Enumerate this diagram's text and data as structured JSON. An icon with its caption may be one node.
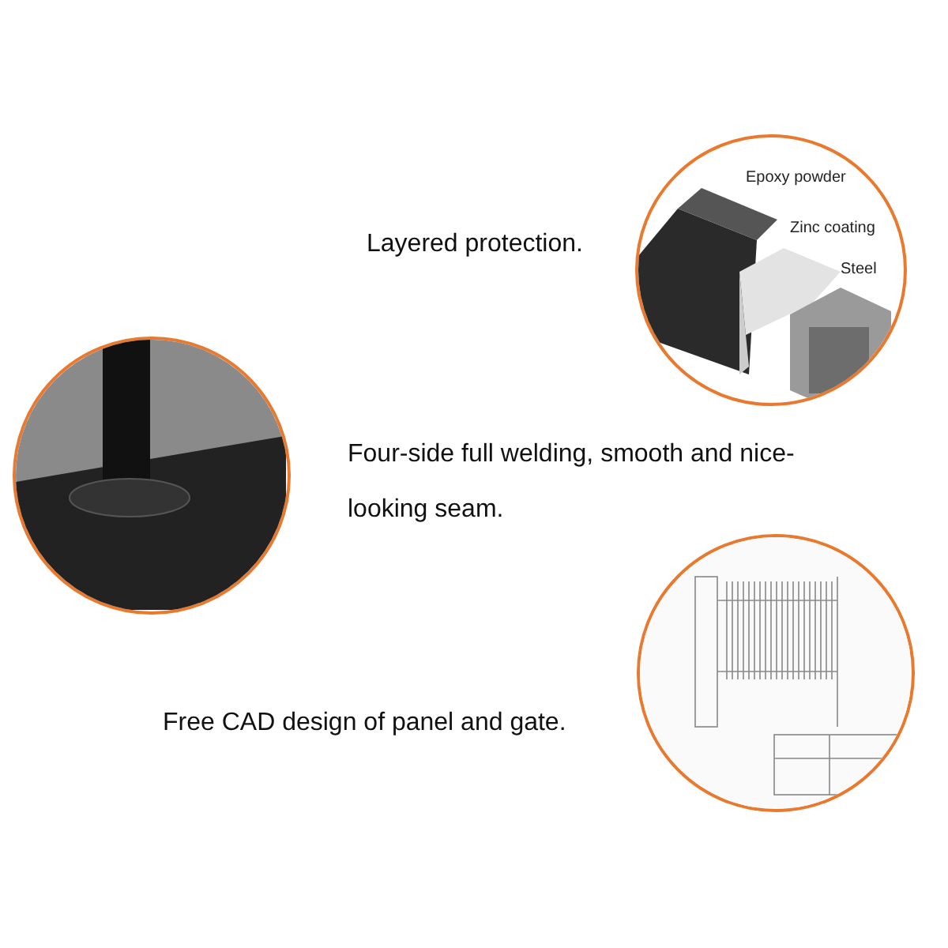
{
  "diagram": {
    "nodes": [
      {
        "text": [
          "Epoxy powder",
          "Zinc coating",
          "Steel"
        ]
      },
      {
        "text": [],
        "shape": "picture"
      },
      {
        "text": [],
        "shape": "picture"
      }
    ],
    "labels": [
      "Layered protection.",
      "Four-side full welding, smooth and nice-looking seam.",
      "Free CAD design of panel and gate."
    ]
  }
}
